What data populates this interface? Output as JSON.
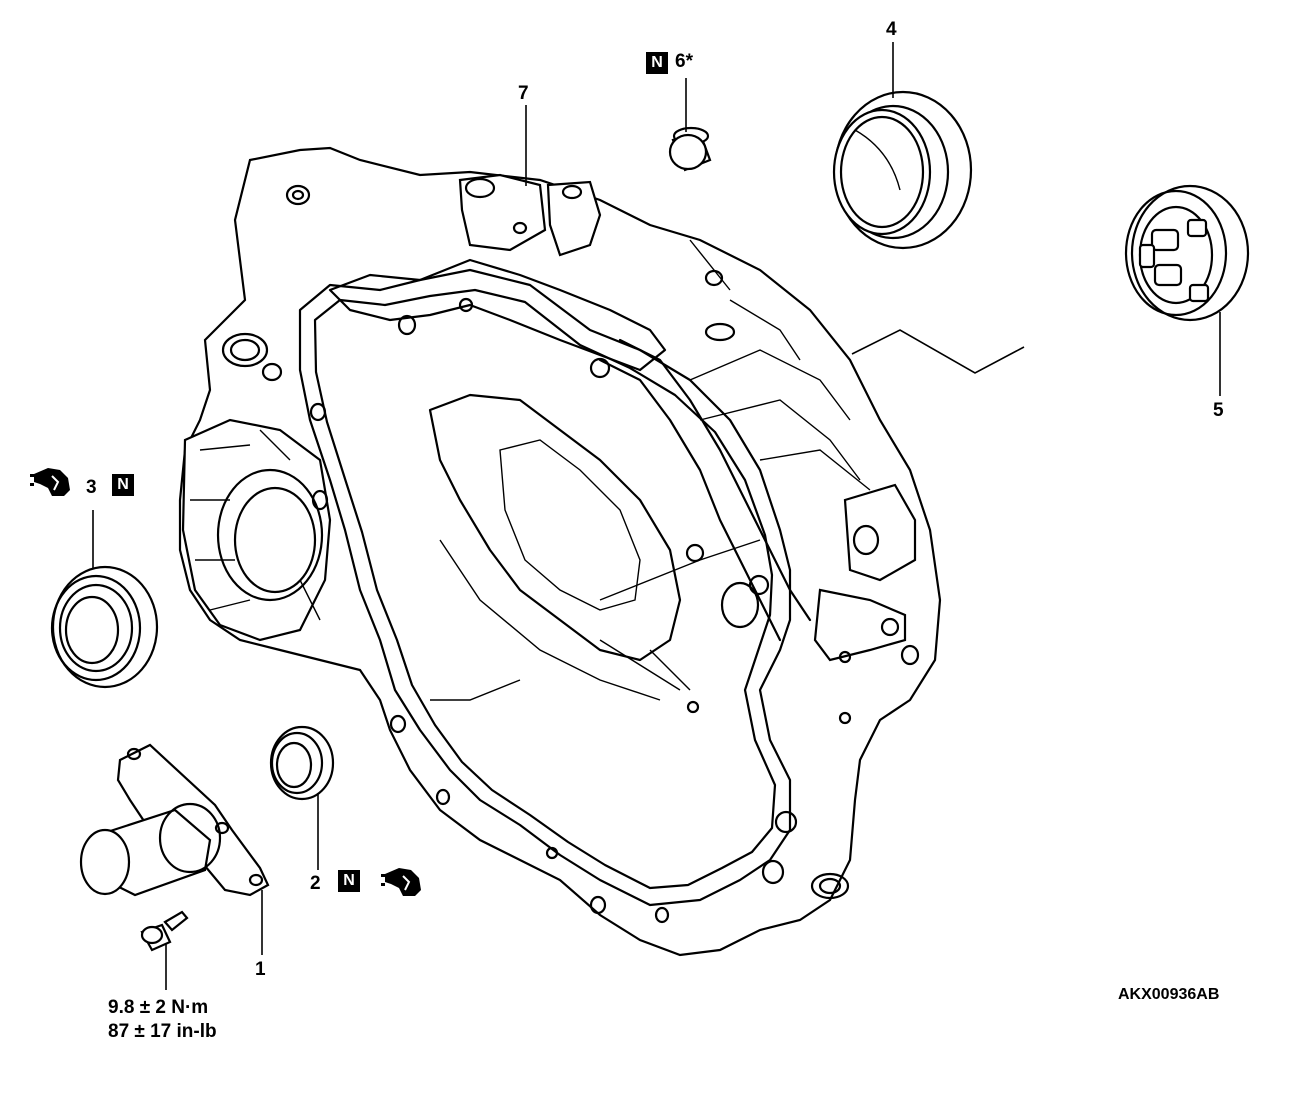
{
  "callouts": {
    "p1": "1",
    "p2": "2",
    "p3": "3",
    "p4": "4",
    "p5": "5",
    "p6": "6*",
    "p7": "7"
  },
  "symbols": {
    "new_part": "N",
    "grease_icon": "grease-icon"
  },
  "torque": {
    "metric": "9.8 ± 2 N·m",
    "imperial": "87 ± 17 in-lb"
  },
  "figure_code": "AKX00936AB"
}
